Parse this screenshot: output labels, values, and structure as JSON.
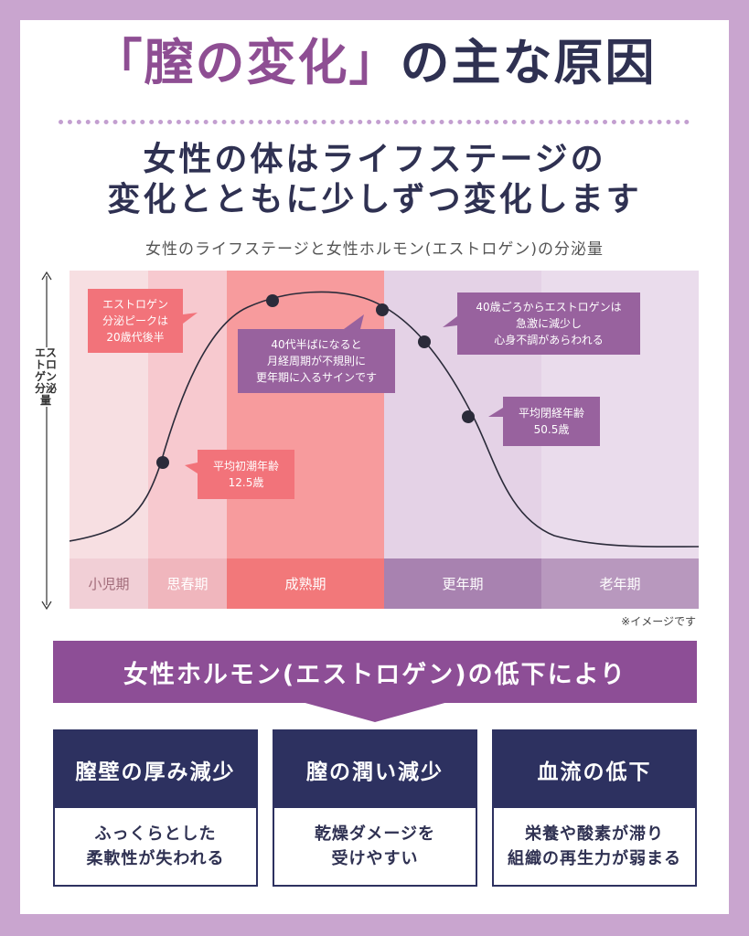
{
  "header": {
    "title_highlight": "「膣の変化」",
    "title_rest": "の主な原因",
    "subtitle_line1": "女性の体はライフステージの",
    "subtitle_line2": "変化とともに少しずつ変化します",
    "caption": "女性のライフステージと女性ホルモン(エストロゲン)の分泌量"
  },
  "chart_data": {
    "type": "line",
    "title": "女性のライフステージと女性ホルモン(エストロゲン)の分泌量",
    "ylabel": "エストロゲン分泌量",
    "xlabel": "",
    "stages": [
      {
        "label": "小児期",
        "color": "#f7dfe2",
        "band": "#f1cfd6"
      },
      {
        "label": "思春期",
        "color": "#f7c9cf",
        "band": "#f0b6bd"
      },
      {
        "label": "成熟期",
        "color": "#f79b9d",
        "band": "#f2787a"
      },
      {
        "label": "更年期",
        "color": "#e4d2e6",
        "band": "#a882b0"
      },
      {
        "label": "老年期",
        "color": "#eadcec",
        "band": "#b898be"
      }
    ],
    "annotations": [
      {
        "text": [
          "エストロゲン",
          "分泌ピークは",
          "20歳代後半"
        ],
        "color": "#f2737a"
      },
      {
        "text": [
          "平均初潮年齢",
          "12.5歳"
        ],
        "color": "#f2737a"
      },
      {
        "text": [
          "40代半ばになると",
          "月経周期が不規則に",
          "更年期に入るサインです"
        ],
        "color": "#98629e"
      },
      {
        "text": [
          "40歳ごろからエストロゲンは",
          "急激に減少し",
          "心身不調があらわれる"
        ],
        "color": "#98629e"
      },
      {
        "text": [
          "平均閉経年齢",
          "50.5歳"
        ],
        "color": "#98629e"
      }
    ],
    "note": "※イメージです"
  },
  "banner": "女性ホルモン(エストロゲン)の低下により",
  "cards": [
    {
      "title": "膣壁の厚み減少",
      "line1": "ふっくらとした",
      "line2": "柔軟性が失われる"
    },
    {
      "title": "膣の潤い減少",
      "line1": "乾燥ダメージを",
      "line2": "受けやすい"
    },
    {
      "title": "血流の低下",
      "line1": "栄養や酸素が滞り",
      "line2": "組織の再生力が弱まる"
    }
  ],
  "colors": {
    "background": "#c9a5cf",
    "navy": "#2d3160",
    "purple": "#8d4e96",
    "pink": "#f2737a"
  }
}
